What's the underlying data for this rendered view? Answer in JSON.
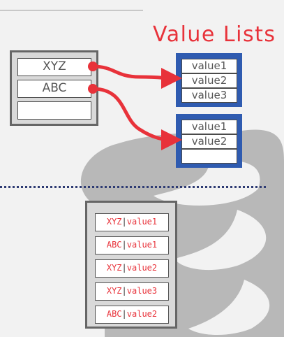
{
  "title": "Value Lists",
  "key_cells": [
    "XYZ",
    "ABC",
    ""
  ],
  "value_list_1": [
    "value1",
    "value2",
    "value3"
  ],
  "value_list_2": [
    "value1",
    "value2",
    ""
  ],
  "index_entries": [
    {
      "key": "XYZ",
      "sep": "|",
      "value": "value1"
    },
    {
      "key": "ABC",
      "sep": "|",
      "value": "value1"
    },
    {
      "key": "XYZ",
      "sep": "|",
      "value": "value2"
    },
    {
      "key": "XYZ",
      "sep": "|",
      "value": "value3"
    },
    {
      "key": "ABC",
      "sep": "|",
      "value": "value2"
    }
  ],
  "colors": {
    "accent": "#e8323a",
    "list_border": "#2f5bb0",
    "divider": "#2e3b73"
  }
}
